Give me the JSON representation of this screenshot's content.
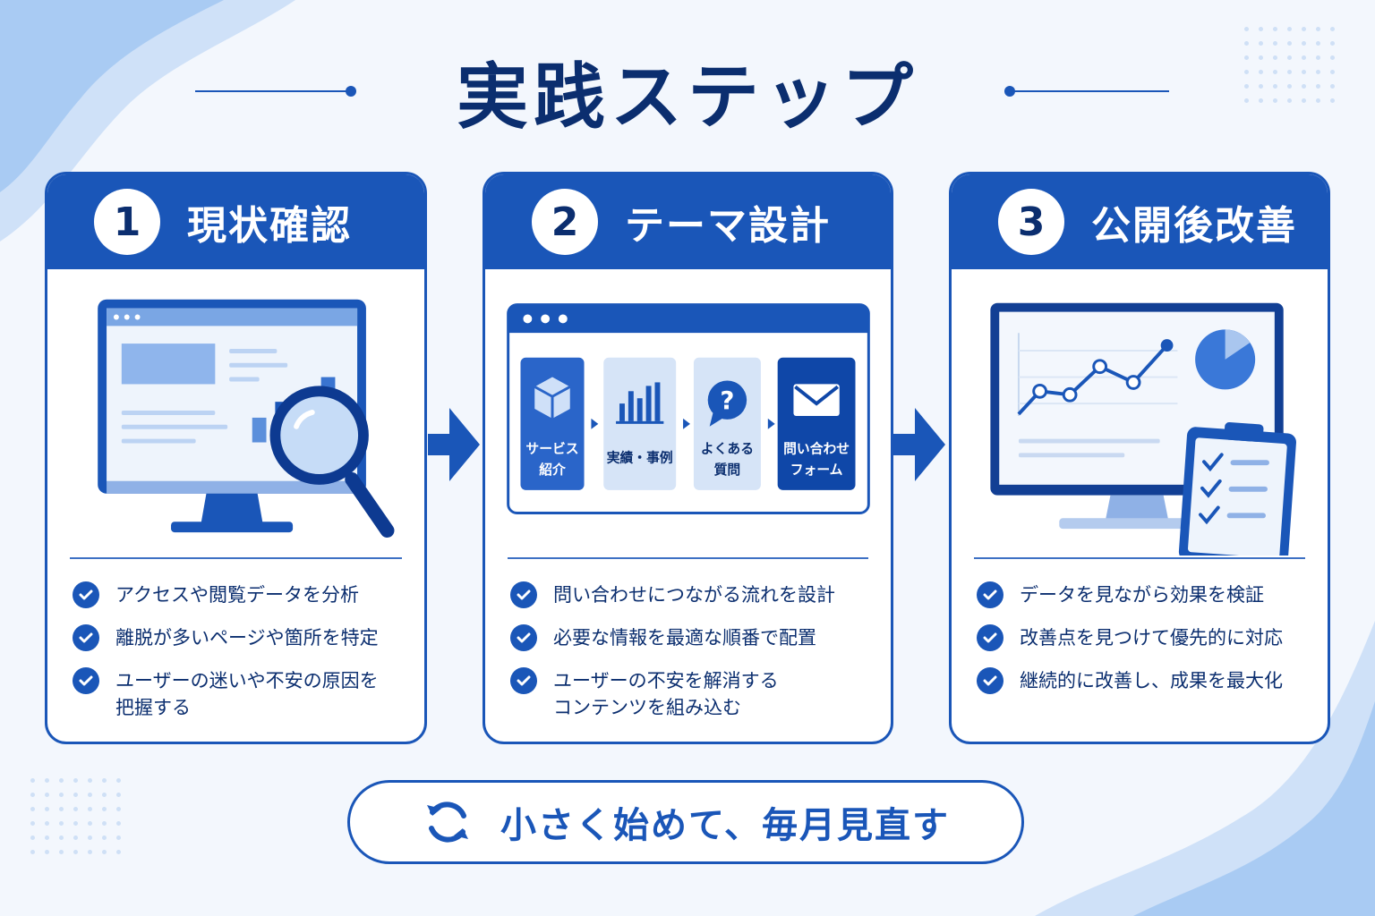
{
  "title": "実践ステップ",
  "colors": {
    "primary": "#1a56b8",
    "navy": "#0b2e6f",
    "light": "#d6e4f7",
    "background": "#f3f7fd"
  },
  "steps": [
    {
      "number": "1",
      "title": "現状確認",
      "icon": "monitor-magnifier-icon",
      "points": [
        "アクセスや閲覧データを分析",
        "離脱が多いページや箇所を特定",
        "ユーザーの迷いや不安の原因を\n把握する"
      ]
    },
    {
      "number": "2",
      "title": "テーマ設計",
      "icon": "page-flow-icon",
      "flow": [
        {
          "label": "サービス\n紹介",
          "icon": "box-icon"
        },
        {
          "label": "実績・事例",
          "icon": "bar-chart-icon"
        },
        {
          "label": "よくある\n質問",
          "icon": "question-bubble-icon"
        },
        {
          "label": "問い合わせ\nフォーム",
          "icon": "envelope-icon"
        }
      ],
      "points": [
        "問い合わせにつながる流れを設計",
        "必要な情報を最適な順番で配置",
        "ユーザーの不安を解消する\nコンテンツを組み込む"
      ]
    },
    {
      "number": "3",
      "title": "公開後改善",
      "icon": "analytics-clipboard-icon",
      "points": [
        "データを見ながら効果を検証",
        "改善点を見つけて優先的に対応",
        "継続的に改善し、成果を最大化"
      ]
    }
  ],
  "cta": {
    "text": "小さく始めて、毎月見直す",
    "icon": "refresh-icon"
  }
}
